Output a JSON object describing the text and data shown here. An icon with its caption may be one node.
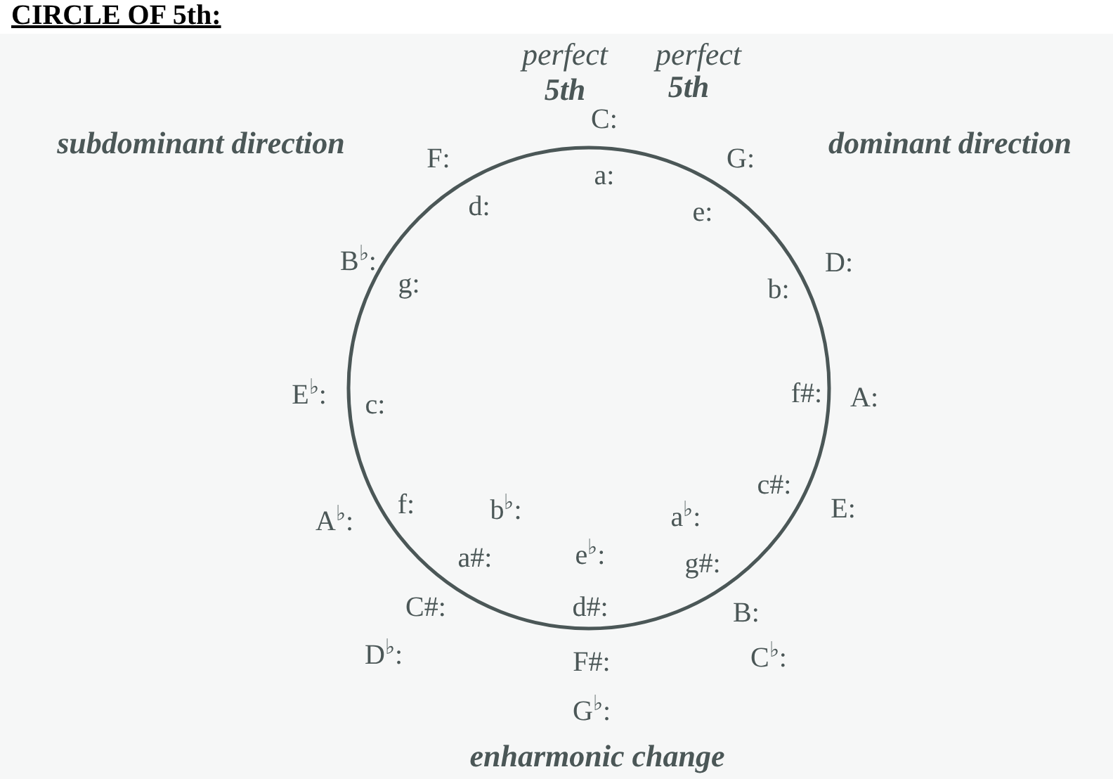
{
  "diagram": {
    "title": "CIRCLE OF 5th:",
    "labels": [
      "perfect",
      "5th",
      "perfect",
      "5th",
      "subdominant direction",
      "C:",
      "dominant direction",
      "F:",
      "G:",
      "a:",
      "d:",
      "e:",
      "B$^{♭}$:",
      "D:",
      "g:",
      "b:",
      "E$^{♭}$:",
      "c:",
      "f#:",
      "A:",
      "c#:",
      "A$^{♭}$:",
      "f:",
      "b$^{♭}$:",
      "a$^{♭}$:",
      "E:",
      "a#:",
      "e$^{♭}$:",
      "g#:",
      "C#:",
      "d#:",
      "B:",
      "D$^{♭}$:",
      "F#:",
      "C$^{♭}$:",
      "G$^{♭}$:",
      "enharmonic change"
    ]
  }
}
